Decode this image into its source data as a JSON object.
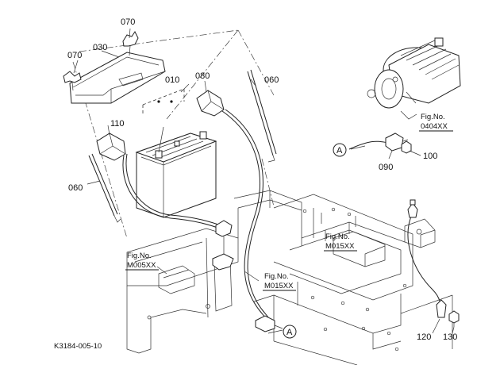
{
  "parts": [
    {
      "id": "p-070a",
      "label": "070"
    },
    {
      "id": "p-070b",
      "label": "070"
    },
    {
      "id": "p-030",
      "label": "030"
    },
    {
      "id": "p-010",
      "label": "010"
    },
    {
      "id": "p-080",
      "label": "080"
    },
    {
      "id": "p-060a",
      "label": "060"
    },
    {
      "id": "p-060b",
      "label": "060"
    },
    {
      "id": "p-110",
      "label": "110"
    },
    {
      "id": "p-100",
      "label": "100"
    },
    {
      "id": "p-090",
      "label": "090"
    },
    {
      "id": "p-120",
      "label": "120"
    },
    {
      "id": "p-130",
      "label": "130"
    }
  ],
  "figure_refs": [
    {
      "prefix": "Fig.No.",
      "code": "0404XX"
    },
    {
      "prefix": "Fig.No.",
      "code": "M005XX"
    },
    {
      "prefix": "Fig.No.",
      "code": "M015XX"
    },
    {
      "prefix": "Fig.No.",
      "code": "M015XX"
    }
  ],
  "connectors": [
    {
      "letter": "A"
    },
    {
      "letter": "A"
    }
  ],
  "drawing_code": "K3184-005-10"
}
